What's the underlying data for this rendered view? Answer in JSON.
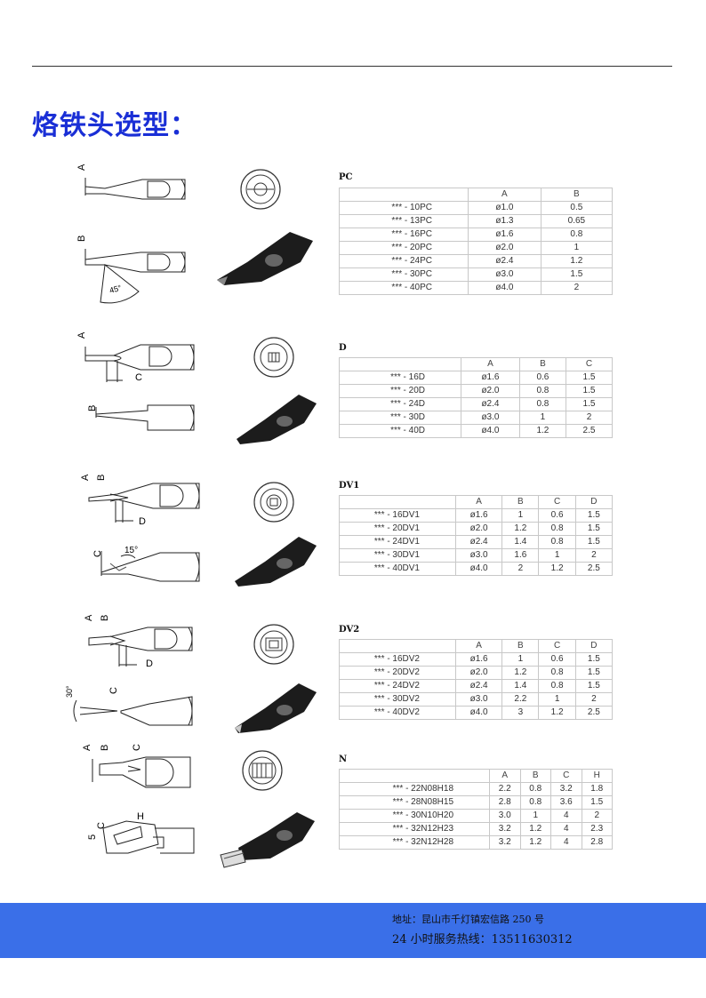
{
  "title": "烙铁头选型：",
  "sections": [
    {
      "id": "PC",
      "label": "PC",
      "headers": [
        "",
        "A",
        "B"
      ],
      "rows": [
        [
          "*** - 10PC",
          "ø1.0",
          "0.5"
        ],
        [
          "*** - 13PC",
          "ø1.3",
          "0.65"
        ],
        [
          "*** - 16PC",
          "ø1.6",
          "0.8"
        ],
        [
          "*** - 20PC",
          "ø2.0",
          "1"
        ],
        [
          "*** - 24PC",
          "ø2.4",
          "1.2"
        ],
        [
          "*** - 30PC",
          "ø3.0",
          "1.5"
        ],
        [
          "*** - 40PC",
          "ø4.0",
          "2"
        ]
      ],
      "drawing_labels": [
        "A",
        "B",
        "45°"
      ]
    },
    {
      "id": "D",
      "label": "D",
      "headers": [
        "",
        "A",
        "B",
        "C"
      ],
      "rows": [
        [
          "*** - 16D",
          "ø1.6",
          "0.6",
          "1.5"
        ],
        [
          "*** - 20D",
          "ø2.0",
          "0.8",
          "1.5"
        ],
        [
          "*** - 24D",
          "ø2.4",
          "0.8",
          "1.5"
        ],
        [
          "*** - 30D",
          "ø3.0",
          "1",
          "2"
        ],
        [
          "*** - 40D",
          "ø4.0",
          "1.2",
          "2.5"
        ]
      ],
      "drawing_labels": [
        "A",
        "C",
        "B"
      ]
    },
    {
      "id": "DV1",
      "label": "DV1",
      "headers": [
        "",
        "A",
        "B",
        "C",
        "D"
      ],
      "rows": [
        [
          "*** - 16DV1",
          "ø1.6",
          "1",
          "0.6",
          "1.5"
        ],
        [
          "*** - 20DV1",
          "ø2.0",
          "1.2",
          "0.8",
          "1.5"
        ],
        [
          "*** - 24DV1",
          "ø2.4",
          "1.4",
          "0.8",
          "1.5"
        ],
        [
          "*** - 30DV1",
          "ø3.0",
          "1.6",
          "1",
          "2"
        ],
        [
          "*** - 40DV1",
          "ø4.0",
          "2",
          "1.2",
          "2.5"
        ]
      ],
      "drawing_labels": [
        "A",
        "B",
        "D",
        "C",
        "15°"
      ]
    },
    {
      "id": "DV2",
      "label": "DV2",
      "headers": [
        "",
        "A",
        "B",
        "C",
        "D"
      ],
      "rows": [
        [
          "*** - 16DV2",
          "ø1.6",
          "1",
          "0.6",
          "1.5"
        ],
        [
          "*** - 20DV2",
          "ø2.0",
          "1.2",
          "0.8",
          "1.5"
        ],
        [
          "*** - 24DV2",
          "ø2.4",
          "1.4",
          "0.8",
          "1.5"
        ],
        [
          "*** - 30DV2",
          "ø3.0",
          "2.2",
          "1",
          "2"
        ],
        [
          "*** - 40DV2",
          "ø4.0",
          "3",
          "1.2",
          "2.5"
        ]
      ],
      "drawing_labels": [
        "A",
        "B",
        "D",
        "30°",
        "C"
      ]
    },
    {
      "id": "N",
      "label": "N",
      "headers": [
        "",
        "A",
        "B",
        "C",
        "H"
      ],
      "rows": [
        [
          "*** - 22N08H18",
          "2.2",
          "0.8",
          "3.2",
          "1.8"
        ],
        [
          "*** - 28N08H15",
          "2.8",
          "0.8",
          "3.6",
          "1.5"
        ],
        [
          "*** - 30N10H20",
          "3.0",
          "1",
          "4",
          "2"
        ],
        [
          "*** - 32N12H23",
          "3.2",
          "1.2",
          "4",
          "2.3"
        ],
        [
          "*** - 32N12H28",
          "3.2",
          "1.2",
          "4",
          "2.8"
        ]
      ],
      "drawing_labels": [
        "A",
        "B",
        "C",
        "H",
        "5",
        "C"
      ]
    }
  ],
  "footer": {
    "address": "地址：昆山市千灯镇宏信路 250 号",
    "hotline": "24 小时服务热线：13511630312",
    "background": "#3a6fe8"
  },
  "colors": {
    "title": "#1a2fd6",
    "tip": "#1c1c1c"
  }
}
